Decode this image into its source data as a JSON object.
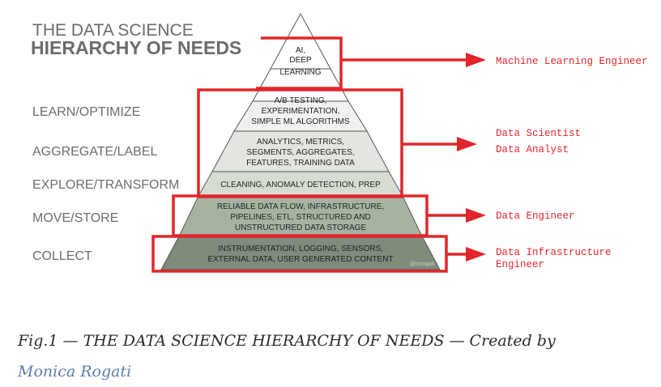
{
  "title": {
    "line1": "THE DATA SCIENCE",
    "line2": "HIERARCHY OF NEEDS"
  },
  "stages": [
    "LEARN/OPTIMIZE",
    "AGGREGATE/LABEL",
    "EXPLORE/TRANSFORM",
    "MOVE/STORE",
    "COLLECT"
  ],
  "tiers": {
    "top": [
      "AI,",
      "DEEP",
      "LEARNING"
    ],
    "ab": [
      "A/B TESTING,",
      "EXPERIMENTATION,",
      "SIMPLE ML ALGORITHMS"
    ],
    "analytics": [
      "ANALYTICS, METRICS,",
      "SEGMENTS, AGGREGATES,",
      "FEATURES, TRAINING DATA"
    ],
    "cleaning": [
      "CLEANING, ANOMALY DETECTION, PREP"
    ],
    "flow": [
      "RELIABLE DATA FLOW, INFRASTRUCTURE,",
      "PIPELINES, ETL, STRUCTURED AND",
      "UNSTRUCTURED DATA STORAGE"
    ],
    "collect": [
      "INSTRUMENTATION, LOGGING, SENSORS,",
      "EXTERNAL DATA, USER GENERATED CONTENT"
    ]
  },
  "watermark": "@mrogati",
  "roles": {
    "ml": "Machine Learning Engineer",
    "ds1": "Data Scientist",
    "ds2": "Data Analyst",
    "de": "Data Engineer",
    "di1": "Data Infrastructure",
    "di2": "Engineer"
  },
  "caption": {
    "text": "Fig.1 — THE DATA SCIENCE HIERARCHY OF NEEDS — Created by",
    "author": "Monica Rogati"
  },
  "colors": {
    "accent": "#e0262b",
    "stage_text": "#6d6d6d",
    "title_text": "#6b6b6b",
    "tier_text": "#222222",
    "caption_link": "#5a7fa8"
  }
}
